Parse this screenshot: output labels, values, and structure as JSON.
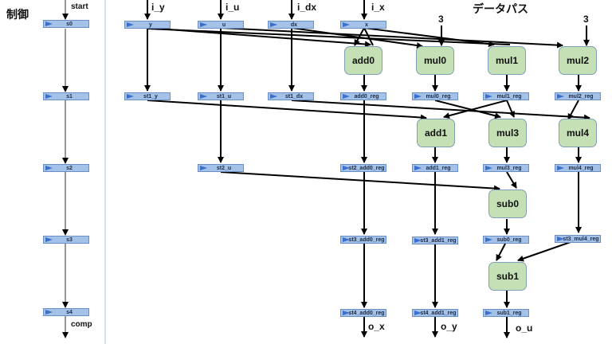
{
  "control": {
    "title": "制御",
    "start_label": "start",
    "end_label": "comp",
    "states": [
      "s0",
      "s1",
      "s2",
      "s3",
      "s4"
    ]
  },
  "datapath": {
    "title": "データパス",
    "inputs": [
      "i_y",
      "i_u",
      "i_dx",
      "i_x"
    ],
    "constants": [
      "3",
      "3"
    ],
    "outputs": [
      "o_x",
      "o_y",
      "o_u"
    ],
    "registers": {
      "y": "y",
      "u": "u",
      "dx": "dx",
      "x": "x",
      "st1_y": "st1_y",
      "st1_u": "st1_u",
      "st1_dx": "st1_dx",
      "add0_reg": "add0_reg",
      "mul0_reg": "mul0_reg",
      "mul1_reg": "mul1_reg",
      "mul2_reg": "mul2_reg",
      "st2_u": "st2_u",
      "st2_add0_reg": "st2_add0_reg",
      "add1_reg": "add1_reg",
      "mul3_reg": "mul3_reg",
      "mul4_reg": "mul4_reg",
      "st3_add0_reg": "st3_add0_reg",
      "st3_add1_reg": "st3_add1_reg",
      "sub0_reg": "sub0_reg",
      "st3_mul4_reg": "st3_mul4_reg",
      "st4_add0_reg": "st4_add0_reg",
      "st4_add1_reg": "st4_add1_reg",
      "sub1_reg": "sub1_reg"
    },
    "operators": {
      "add0": "add0",
      "mul0": "mul0",
      "mul1": "mul1",
      "mul2": "mul2",
      "add1": "add1",
      "mul3": "mul3",
      "mul4": "mul4",
      "sub0": "sub0",
      "sub1": "sub1"
    }
  }
}
